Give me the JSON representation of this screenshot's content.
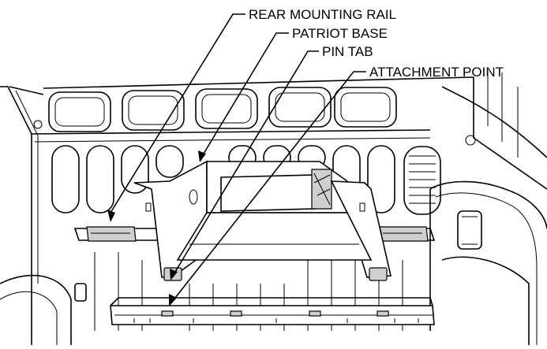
{
  "callouts": {
    "rear_mounting_rail": "REAR MOUNTING RAIL",
    "patriot_base": "PATRIOT BASE",
    "pin_tab": "PIN TAB",
    "attachment_point": "ATTACHMENT POINT"
  }
}
